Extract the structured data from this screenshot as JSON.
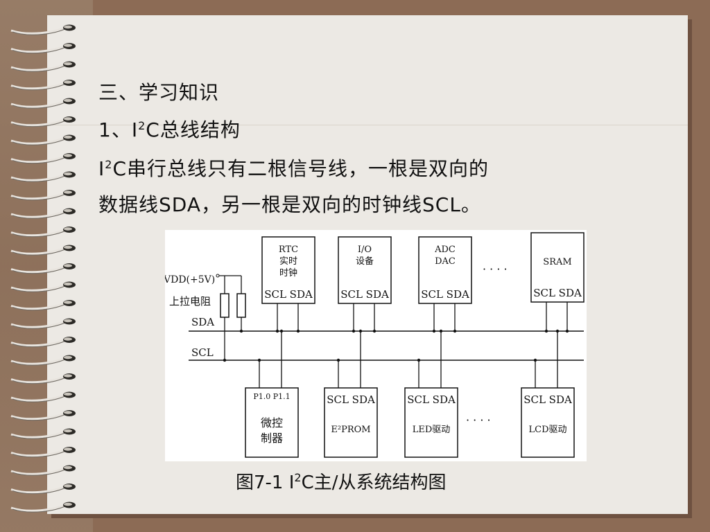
{
  "heading": {
    "section": "三、学习知识"
  },
  "subheading": {
    "prefix": "1、I",
    "sup": "2",
    "suffix": "C总线结构"
  },
  "paragraph": {
    "line1_prefix": "I",
    "line1_sup": "2",
    "line1_suffix": "C串行总线只有二根信号线，一根是双向的",
    "line2": "数据线SDA，另一根是双向的时钟线SCL。"
  },
  "diagram": {
    "vdd_label": "VDD(+5V)",
    "pullup_label": "上拉电阻",
    "sda_label": "SDA",
    "scl_label": "SCL",
    "ellipsis_top": "· · · ·",
    "ellipsis_bottom": "· · · ·",
    "top_devices": [
      {
        "lines": [
          "RTC",
          "实时",
          "时钟"
        ],
        "pins": "SCL SDA"
      },
      {
        "lines": [
          "I/O",
          "设备"
        ],
        "pins": "SCL SDA"
      },
      {
        "lines": [
          "ADC",
          "DAC"
        ],
        "pins": "SCL SDA"
      },
      {
        "lines": [
          "SRAM"
        ],
        "pins": "SCL SDA"
      }
    ],
    "bottom_devices": [
      {
        "pins": "P1.0  P1.1",
        "lines": [
          "微控",
          "制器"
        ]
      },
      {
        "pins": "SCL SDA",
        "lines": [
          "E²PROM"
        ]
      },
      {
        "pins": "SCL SDA",
        "lines": [
          "LED驱动"
        ]
      },
      {
        "pins": "SCL SDA",
        "lines": [
          "LCD驱动"
        ]
      }
    ]
  },
  "caption": {
    "prefix": "图7-1 I",
    "sup": "2",
    "suffix": "C主/从系统结构图"
  }
}
